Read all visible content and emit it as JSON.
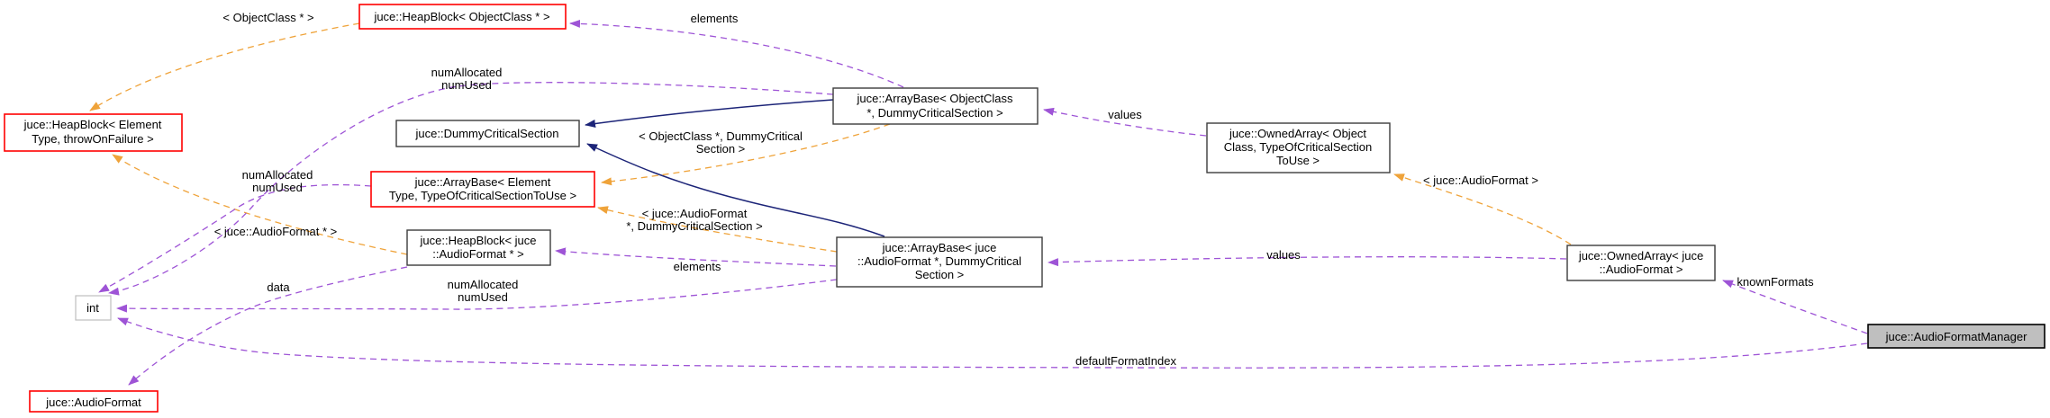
{
  "diagram": {
    "title": "juce::AudioFormatManager collaboration graph",
    "colors": {
      "background": "#FFFFFF",
      "node_fill": "#FFFFFF",
      "node_border": "#3C3C3C",
      "highlight_node_border": "#FF0000",
      "plain_node_border": "#BFBFBF",
      "current_node_fill": "#BFBFBF",
      "usage_edge": "#9E54D6",
      "template_instantiation_edge": "#EFA33A",
      "inheritance_edge": "#1C2478"
    },
    "nodes": [
      {
        "id": "heapblock-objectclass",
        "lines": [
          "juce::HeapBlock< ObjectClass * >"
        ]
      },
      {
        "id": "heapblock-element",
        "lines": [
          "juce::HeapBlock< Element",
          "Type, throwOnFailure >"
        ]
      },
      {
        "id": "dummycriticalsection",
        "lines": [
          "juce::DummyCriticalSection"
        ]
      },
      {
        "id": "arraybase-objectclass",
        "lines": [
          "juce::ArrayBase< ObjectClass",
          "*, DummyCriticalSection >"
        ]
      },
      {
        "id": "arraybase-element",
        "lines": [
          "juce::ArrayBase< Element",
          "Type, TypeOfCriticalSectionToUse >"
        ]
      },
      {
        "id": "heapblock-audioformat",
        "lines": [
          "juce::HeapBlock< juce",
          "::AudioFormat * >"
        ]
      },
      {
        "id": "arraybase-audioformat",
        "lines": [
          "juce::ArrayBase< juce",
          "::AudioFormat *, DummyCritical",
          "Section >"
        ]
      },
      {
        "id": "ownedarray-objectclass",
        "lines": [
          "juce::OwnedArray< Object",
          "Class, TypeOfCriticalSection",
          "ToUse >"
        ]
      },
      {
        "id": "ownedarray-audioformat",
        "lines": [
          "juce::OwnedArray< juce",
          "::AudioFormat >"
        ]
      },
      {
        "id": "audioformatmanager",
        "lines": [
          "juce::AudioFormatManager"
        ]
      },
      {
        "id": "int",
        "lines": [
          "int"
        ]
      },
      {
        "id": "audioformat",
        "lines": [
          "juce::AudioFormat"
        ]
      }
    ],
    "edges": [
      {
        "id": "template-heapblock-objectclass",
        "type": "template-instantiation",
        "label_lines": [
          "< ObjectClass * >"
        ]
      },
      {
        "id": "elements-top",
        "type": "usage",
        "label_lines": [
          "elements"
        ]
      },
      {
        "id": "numallocated-top",
        "type": "usage",
        "label_lines": [
          "numAllocated",
          "numUsed"
        ]
      },
      {
        "id": "values-top",
        "type": "usage",
        "label_lines": [
          "values"
        ]
      },
      {
        "id": "template-arraybase-objectclass",
        "type": "template-instantiation",
        "label_lines": [
          "< ObjectClass *, DummyCritical",
          "Section >"
        ]
      },
      {
        "id": "numallocated-mid",
        "type": "usage",
        "label_lines": [
          "numAllocated",
          "numUsed"
        ]
      },
      {
        "id": "template-arraybase-audioformat",
        "type": "template-instantiation",
        "label_lines": [
          "< juce::AudioFormat",
          "*, DummyCriticalSection >"
        ]
      },
      {
        "id": "template-heapblock-audioformat",
        "type": "template-instantiation",
        "label_lines": [
          "< juce::AudioFormat * >"
        ]
      },
      {
        "id": "elements-mid",
        "type": "usage",
        "label_lines": [
          "elements"
        ]
      },
      {
        "id": "values-mid",
        "type": "usage",
        "label_lines": [
          "values"
        ]
      },
      {
        "id": "numallocated-bottom",
        "type": "usage",
        "label_lines": [
          "numAllocated",
          "numUsed"
        ]
      },
      {
        "id": "data",
        "type": "usage",
        "label_lines": [
          "data"
        ]
      },
      {
        "id": "template-ownedarray",
        "type": "template-instantiation",
        "label_lines": [
          "< juce::AudioFormat >"
        ]
      },
      {
        "id": "knownformats",
        "type": "usage",
        "label_lines": [
          "knownFormats"
        ]
      },
      {
        "id": "defaultformatindex",
        "type": "usage",
        "label_lines": [
          "defaultFormatIndex"
        ]
      },
      {
        "id": "inherit-arraybase-objectclass-dummycs",
        "type": "inheritance",
        "label_lines": []
      },
      {
        "id": "inherit-arraybase-audioformat-dummycs",
        "type": "inheritance",
        "label_lines": []
      }
    ]
  }
}
